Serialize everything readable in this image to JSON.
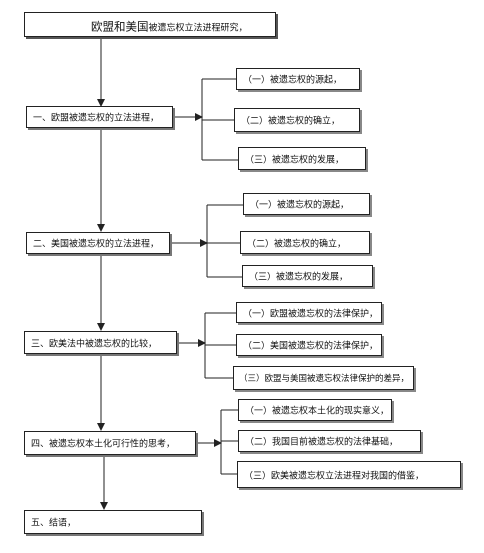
{
  "title": {
    "main": "欧盟和美国",
    "rest": "被遗忘权立法进程研究，"
  },
  "sections": [
    {
      "label": "一、欧盟被遗忘权的立法进程，",
      "subs": [
        "（一）被遗忘权的源起，",
        "（二）被遗忘权的确立，",
        "（三）被遗忘权的发展，"
      ]
    },
    {
      "label": "二、美国被遗忘权的立法进程，",
      "subs": [
        "（一）被遗忘权的源起，",
        "（二）被遗忘权的确立，",
        "（三）被遗忘权的发展，"
      ]
    },
    {
      "label": "三、欧美法中被遗忘权的比较，",
      "subs": [
        "（一）欧盟被遗忘权的法律保护，",
        "（二）美国被遗忘权的法律保护，",
        "（三）欧盟与美国被遗忘权法律保护的差异，"
      ]
    },
    {
      "label": "四、被遗忘权本土化可行性的思考，",
      "subs": [
        "（一）被遗忘权本土化的现实意义，",
        "（二）我国目前被遗忘权的法律基础，",
        "（三）欧美被遗忘权立法进程对我国的借鉴，"
      ]
    },
    {
      "label": "五、结语，",
      "subs": []
    }
  ]
}
